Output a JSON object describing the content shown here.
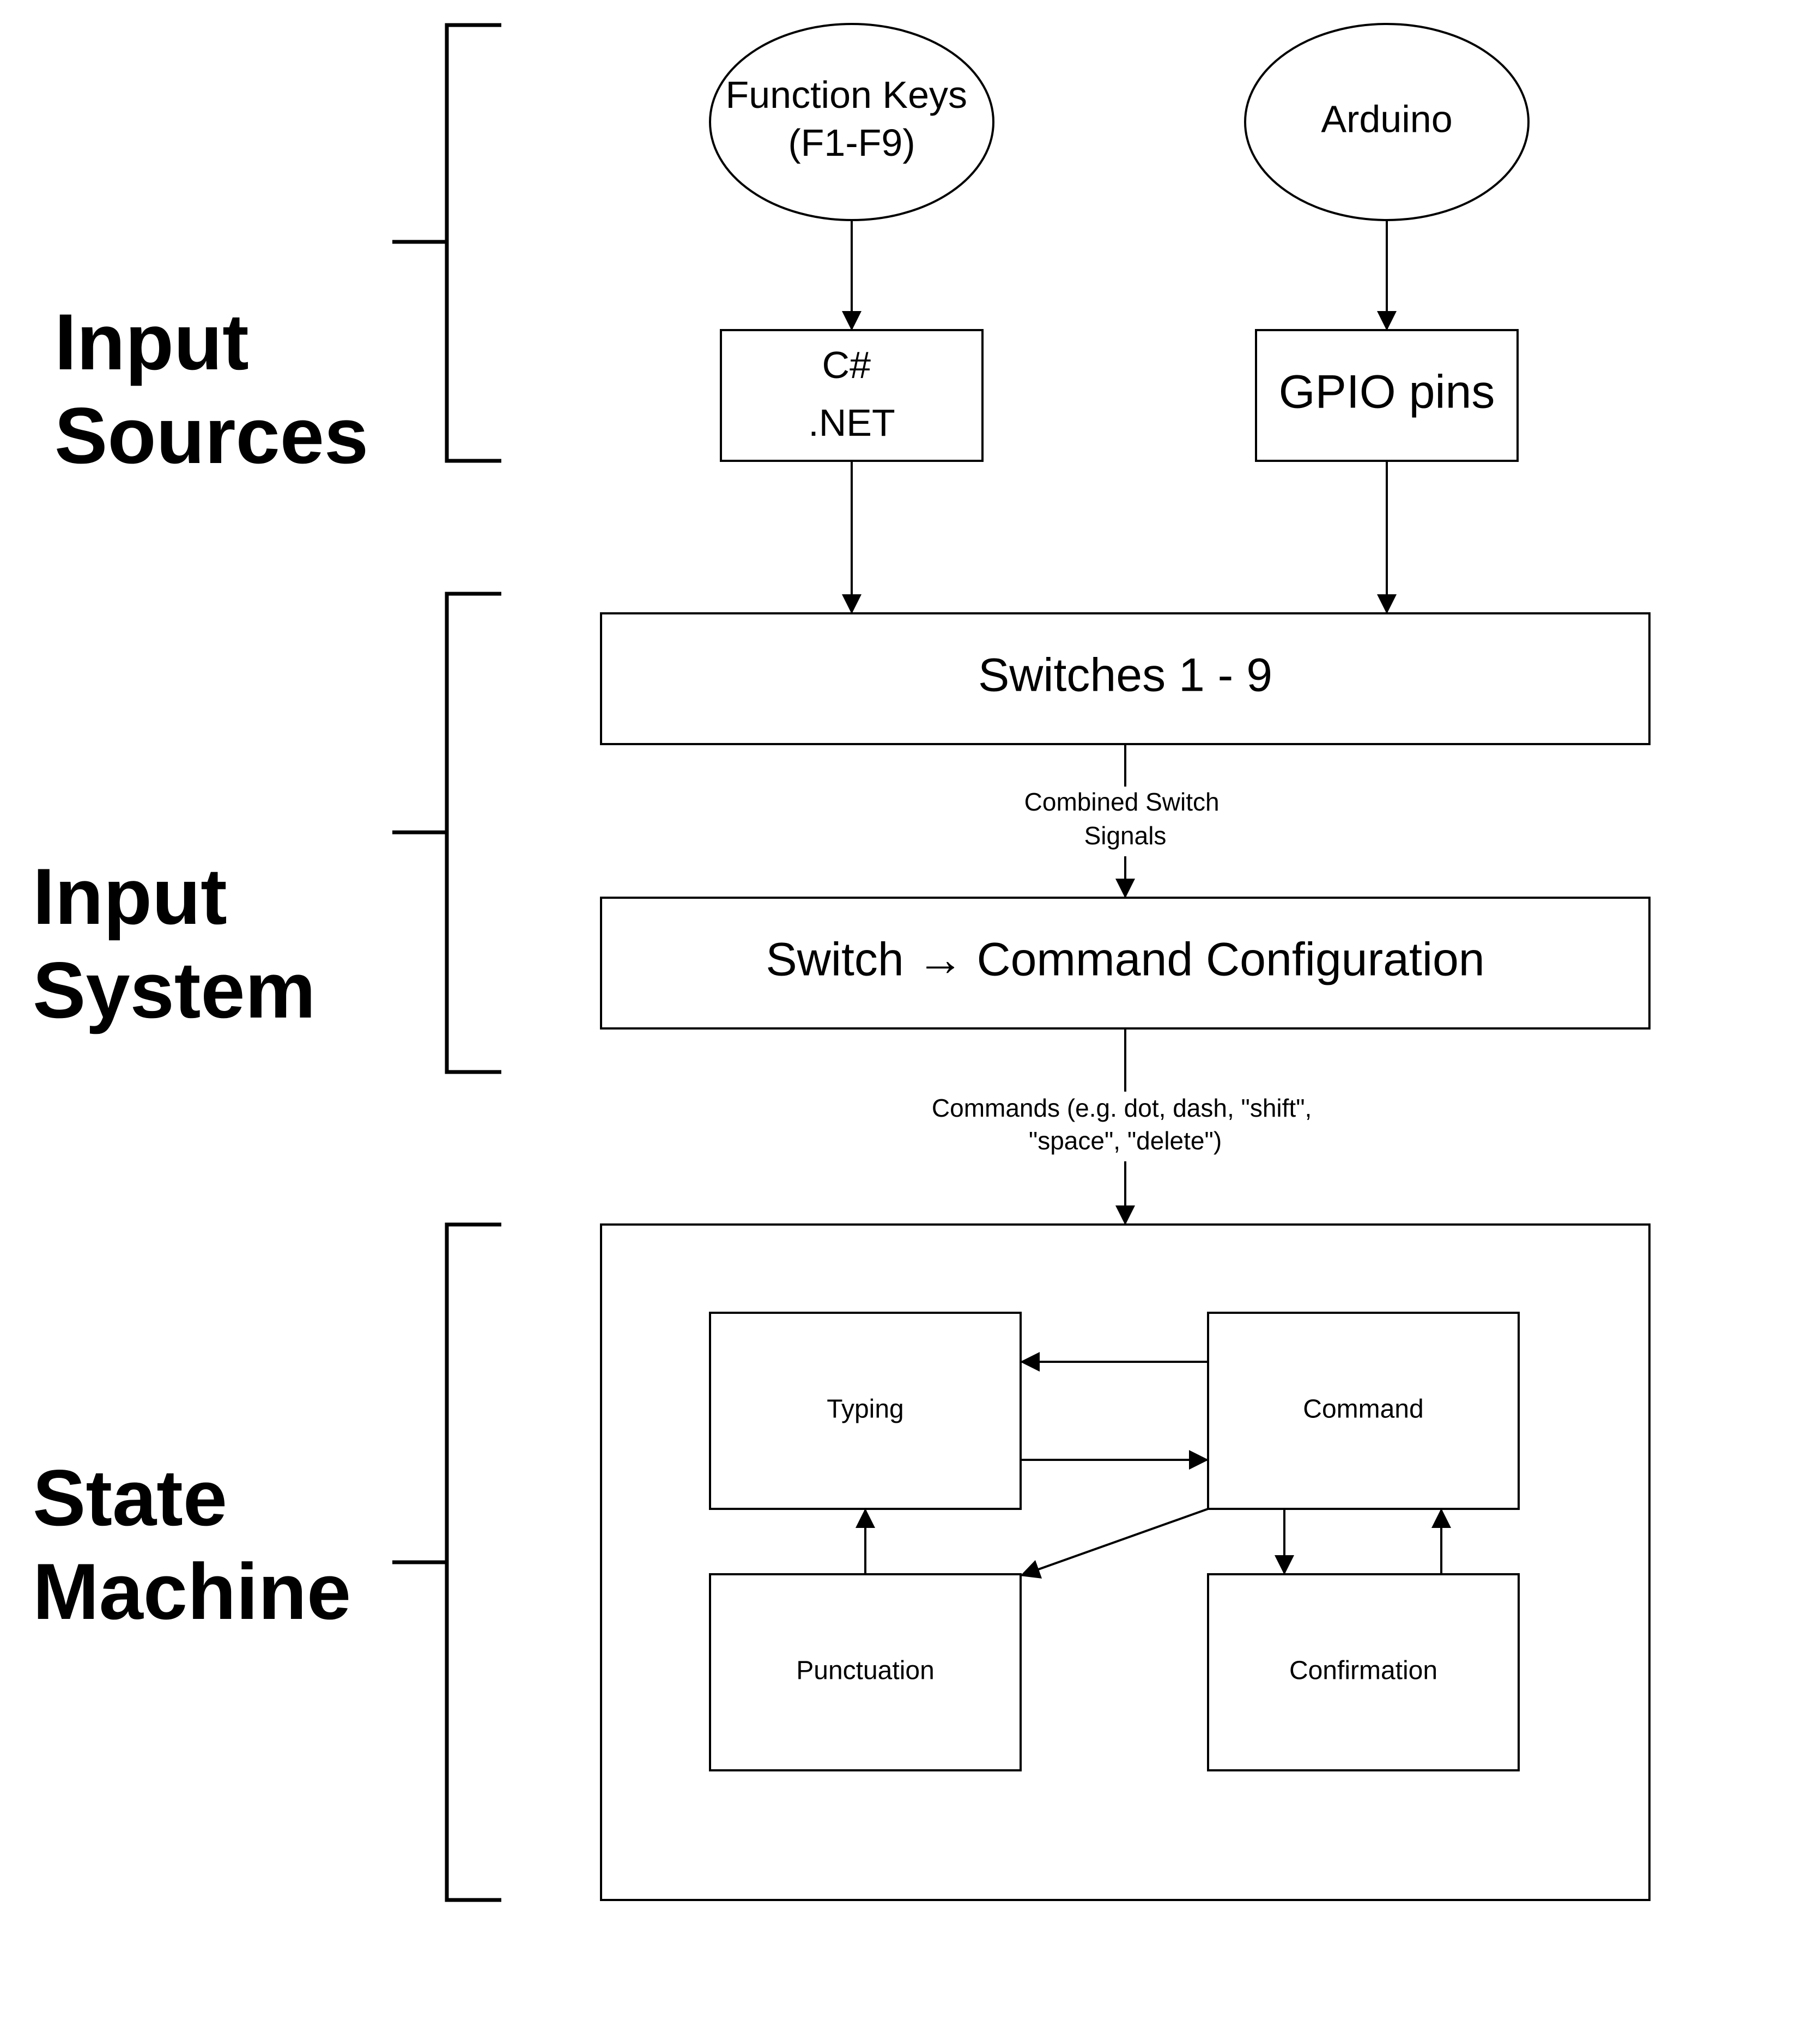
{
  "sections": {
    "input_sources": [
      "Input",
      "Sources"
    ],
    "input_system": [
      "Input",
      "System"
    ],
    "state_machine": [
      "State",
      "Machine"
    ]
  },
  "nodes": {
    "function_keys": [
      "Function Keys",
      "(F1-F9)"
    ],
    "arduino": "Arduino",
    "csharp_net": [
      "C#",
      ".NET"
    ],
    "gpio_pins": "GPIO pins",
    "switches": "Switches 1 - 9",
    "switch_command_config": "Switch → Command Configuration",
    "state_typing": "Typing",
    "state_command": "Command",
    "state_punctuation": "Punctuation",
    "state_confirmation": "Confirmation"
  },
  "edges": {
    "combined_switch_signals": [
      "Combined Switch",
      "Signals"
    ],
    "commands": [
      "Commands (e.g. dot, dash, \"shift\",",
      "\"space\", \"delete\")"
    ]
  }
}
